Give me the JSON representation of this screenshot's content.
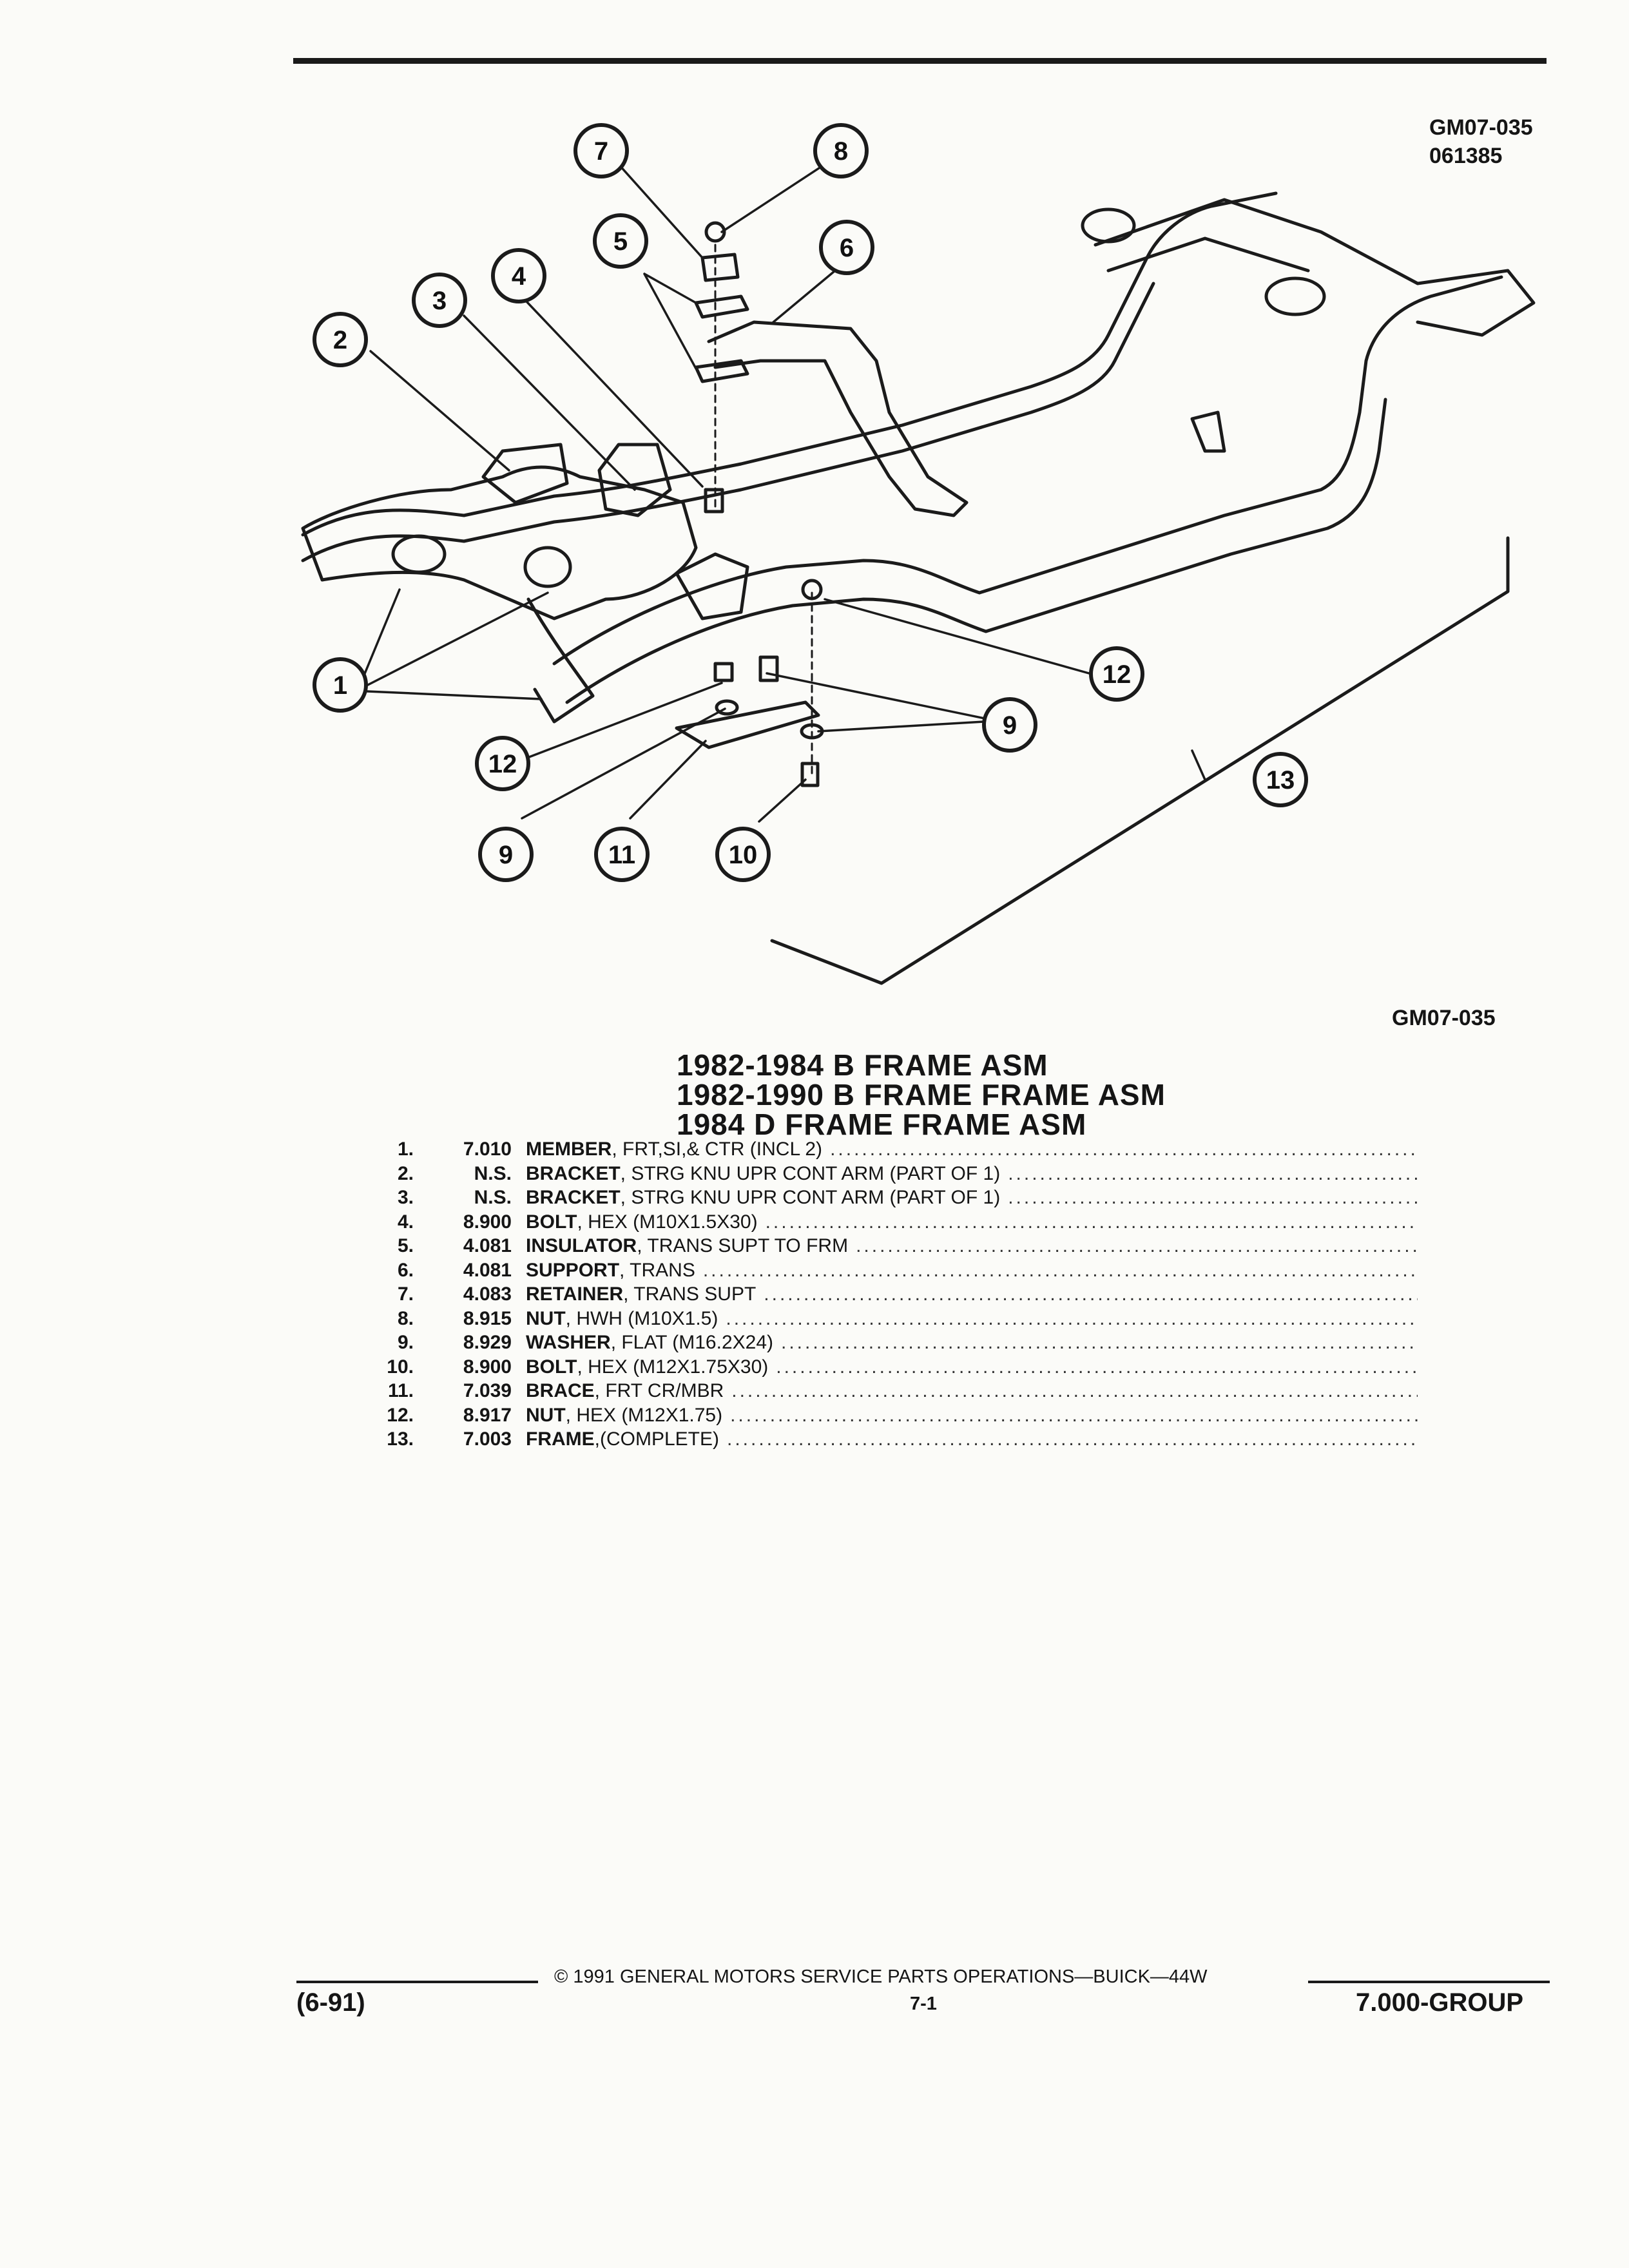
{
  "header": {
    "ref_code": "GM07-035",
    "ref_date": "061385"
  },
  "figure": {
    "caption_code": "GM07-035",
    "callouts": [
      "1",
      "2",
      "3",
      "4",
      "5",
      "6",
      "7",
      "8",
      "9",
      "10",
      "11",
      "12",
      "13"
    ]
  },
  "titles": [
    "1982-1984 B FRAME ASM",
    "1982-1990 B FRAME FRAME ASM",
    "1984 D FRAME FRAME ASM"
  ],
  "parts": [
    {
      "num": "1.",
      "group": "7.010",
      "name": "MEMBER",
      "desc": " , FRT,SI,& CTR (INCL 2)"
    },
    {
      "num": "2.",
      "group": "N.S.",
      "name": "BRACKET",
      "desc": " , STRG KNU UPR CONT ARM (PART OF 1)"
    },
    {
      "num": "3.",
      "group": "N.S.",
      "name": "BRACKET",
      "desc": " , STRG KNU UPR CONT ARM (PART OF 1)"
    },
    {
      "num": "4.",
      "group": "8.900",
      "name": "BOLT",
      "desc": " , HEX (M10X1.5X30)"
    },
    {
      "num": "5.",
      "group": "4.081",
      "name": "INSULATOR",
      "desc": " , TRANS SUPT TO FRM"
    },
    {
      "num": "6.",
      "group": "4.081",
      "name": "SUPPORT",
      "desc": " , TRANS"
    },
    {
      "num": "7.",
      "group": "4.083",
      "name": "RETAINER",
      "desc": " , TRANS SUPT"
    },
    {
      "num": "8.",
      "group": "8.915",
      "name": "NUT",
      "desc": " , HWH (M10X1.5)"
    },
    {
      "num": "9.",
      "group": "8.929",
      "name": "WASHER",
      "desc": " , FLAT (M16.2X24)"
    },
    {
      "num": "10.",
      "group": "8.900",
      "name": "BOLT",
      "desc": " , HEX (M12X1.75X30)"
    },
    {
      "num": "11.",
      "group": "7.039",
      "name": "BRACE",
      "desc": " , FRT CR/MBR"
    },
    {
      "num": "12.",
      "group": "8.917",
      "name": "NUT",
      "desc": " , HEX (M12X1.75)"
    },
    {
      "num": "13.",
      "group": "7.003",
      "name": "FRAME",
      "desc": " ,(COMPLETE)"
    }
  ],
  "footer": {
    "copyright": "© 1991 GENERAL MOTORS SERVICE PARTS OPERATIONS—BUICK—44W",
    "date_code": "(6-91)",
    "page": "7-1",
    "group": "7.000-GROUP"
  }
}
